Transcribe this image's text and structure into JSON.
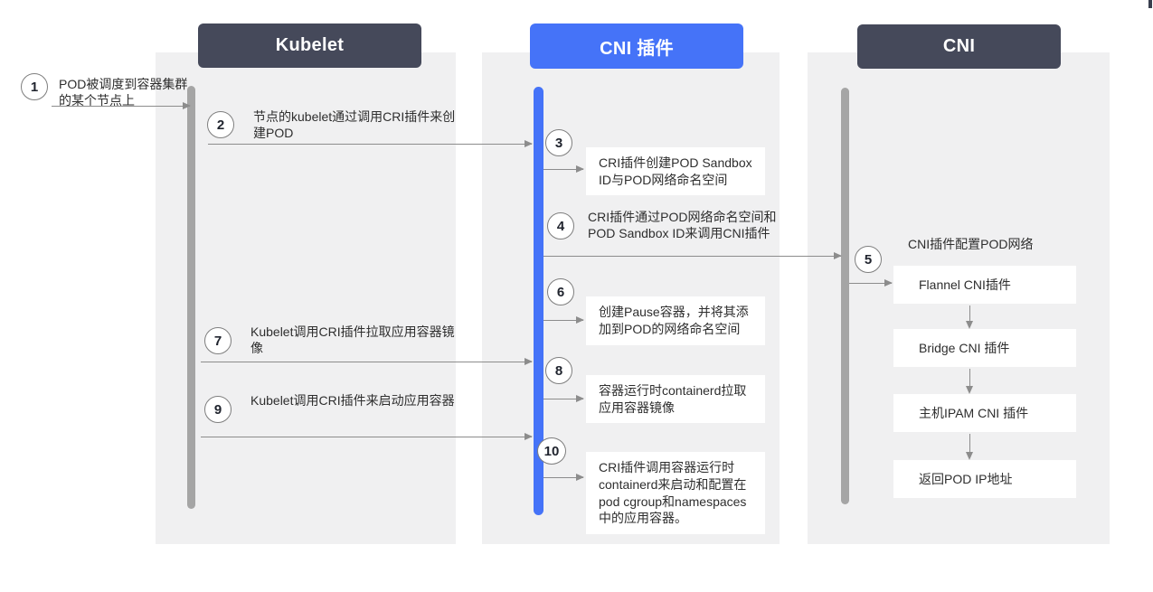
{
  "diagram": {
    "columns": [
      {
        "title": "Kubelet"
      },
      {
        "title": "CNI 插件"
      },
      {
        "title": "CNI"
      }
    ],
    "steps": [
      {
        "num": "1",
        "text": "POD被调度到容器集群的某个节点上"
      },
      {
        "num": "2",
        "text": "节点的kubelet通过调用CRI插件来创建POD"
      },
      {
        "num": "3",
        "text": "CRI插件创建POD Sandbox ID与POD网络命名空间"
      },
      {
        "num": "4",
        "text": "CRI插件通过POD网络命名空间和POD Sandbox ID来调用CNI插件"
      },
      {
        "num": "5",
        "text": "CNI插件配置POD网络"
      },
      {
        "num": "6",
        "text": "创建Pause容器，并将其添加到POD的网络命名空间"
      },
      {
        "num": "7",
        "text": "Kubelet调用CRI插件拉取应用容器镜像"
      },
      {
        "num": "8",
        "text": "容器运行时containerd拉取应用容器镜像"
      },
      {
        "num": "9",
        "text": "Kubelet调用CRI插件来启动应用容器"
      },
      {
        "num": "10",
        "text": "CRI插件调用容器运行时containerd来启动和配置在pod cgroup和namespaces中的应用容器。"
      }
    ],
    "cni_flow": {
      "boxes": [
        "Flannel CNI插件",
        "Bridge CNI 插件",
        "主机IPAM CNI 插件",
        "返回POD IP地址"
      ]
    },
    "colors": {
      "header_dark": "#45495A",
      "accent_blue": "#4573F8",
      "panel_gray": "#F0F0F1",
      "lifeline_gray": "#A5A5A5",
      "arrow_gray": "#8C8C8C"
    }
  }
}
